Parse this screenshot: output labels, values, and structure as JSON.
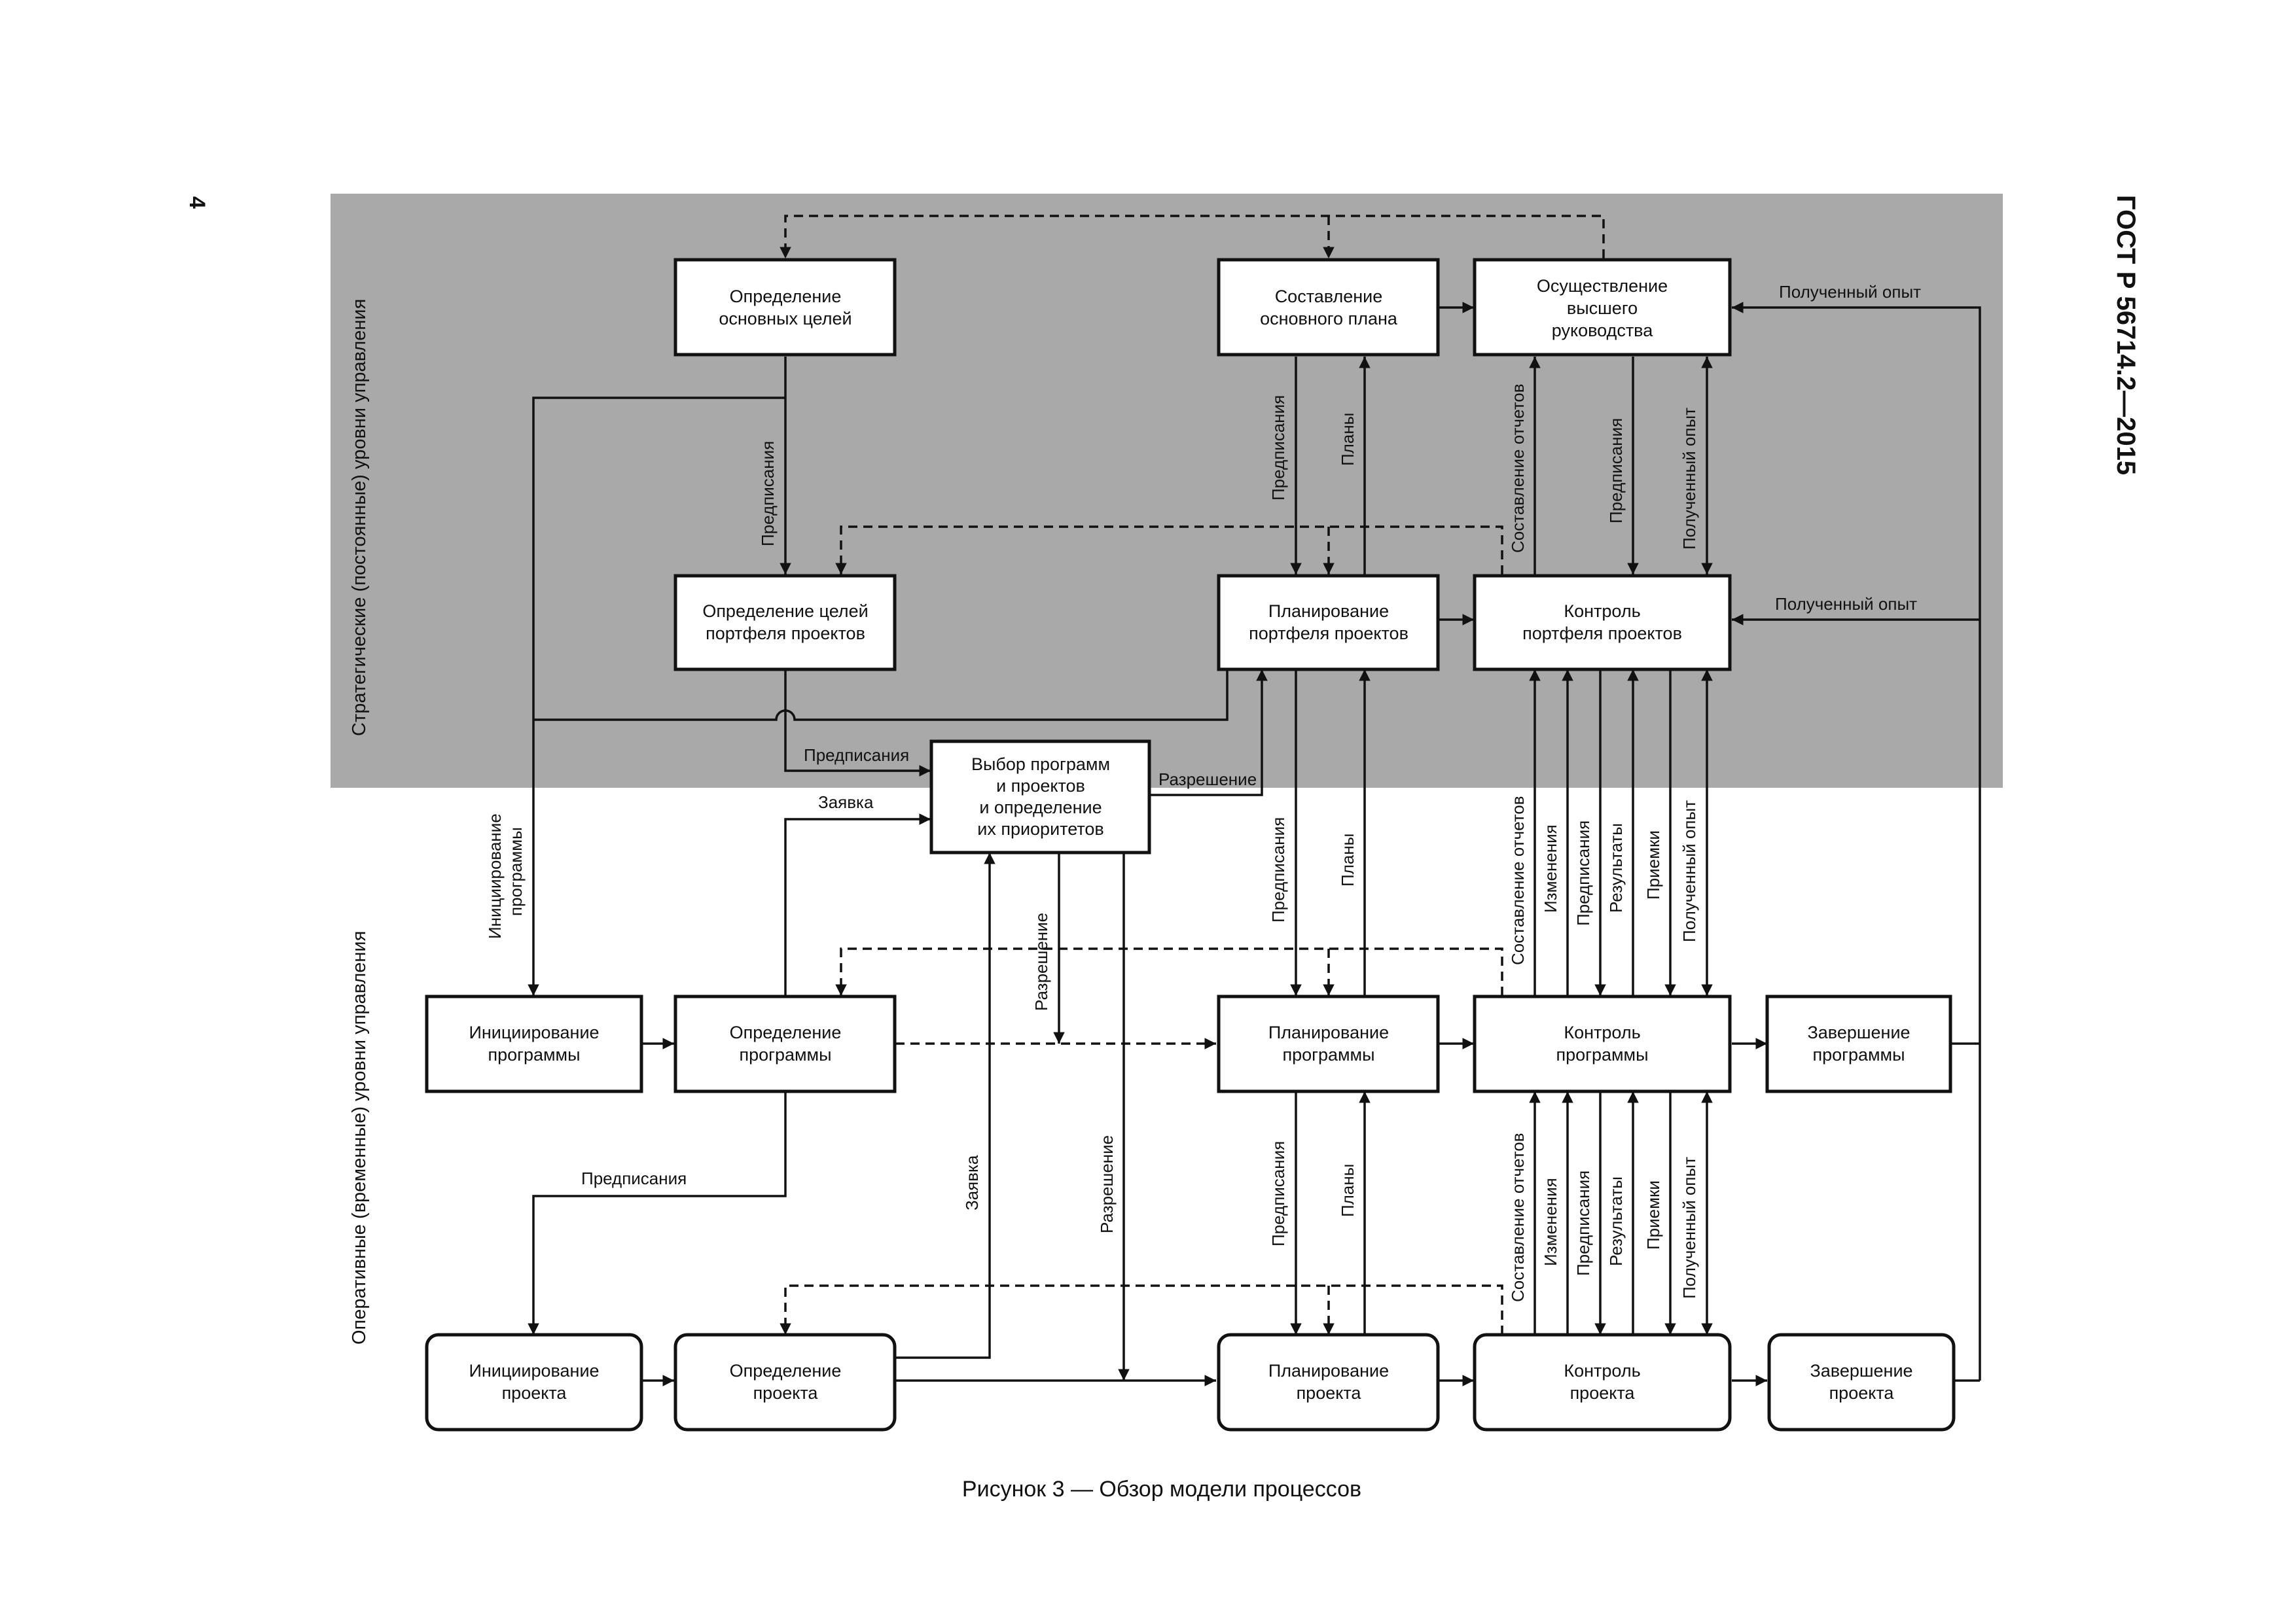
{
  "header": {
    "page_number": "4",
    "standard": "ГОСТ Р 56714.2—2015"
  },
  "levels": {
    "strategic": "Стратегические (постоянные) уровни управления",
    "operational": "Оперативные (временные) уровни управления"
  },
  "caption": "Рисунок 3 — Обзор модели процессов",
  "colors": {
    "strategic_band": "#a9a9a9",
    "line": "#111111"
  },
  "nodes": {
    "goals": [
      "Определение",
      "основных целей"
    ],
    "master_plan": [
      "Составление",
      "основного плана"
    ],
    "exec_mgmt": [
      "Осуществление",
      "высшего",
      "руководства"
    ],
    "portfolio_goals": [
      "Определение целей",
      "портфеля проектов"
    ],
    "portfolio_plan": [
      "Планирование",
      "портфеля проектов"
    ],
    "portfolio_ctrl": [
      "Контроль",
      "портфеля проектов"
    ],
    "select": [
      "Выбор программ",
      "и проектов",
      "и определение",
      "их приоритетов"
    ],
    "prog_init": [
      "Инициирование",
      "программы"
    ],
    "prog_def": [
      "Определение",
      "программы"
    ],
    "prog_plan": [
      "Планирование",
      "программы"
    ],
    "prog_ctrl": [
      "Контроль",
      "программы"
    ],
    "prog_close": [
      "Завершение",
      "программы"
    ],
    "proj_init": [
      "Инициирование",
      "проекта"
    ],
    "proj_def": [
      "Определение",
      "проекта"
    ],
    "proj_plan": [
      "Планирование",
      "проекта"
    ],
    "proj_ctrl": [
      "Контроль",
      "проекта"
    ],
    "proj_close": [
      "Завершение",
      "проекта"
    ]
  },
  "labels": {
    "experience": "Полученный опыт",
    "directives": "Предписания",
    "plans": "Планы",
    "reporting": "Составление отчетов",
    "permission": "Разрешение",
    "request": "Заявка",
    "changes": "Изменения",
    "results": "Результаты",
    "acceptance": "Приемки",
    "prog_initiation": [
      "Инициирование",
      "программы"
    ]
  }
}
